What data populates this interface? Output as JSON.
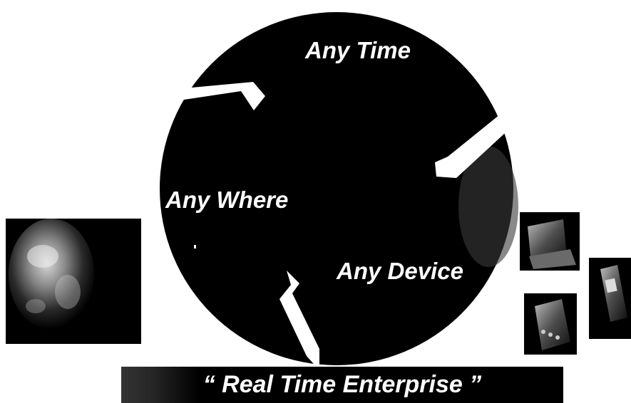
{
  "cycle": {
    "labels": {
      "any_time": "Any Time",
      "any_where": "Any Where",
      "any_device": "Any Device"
    },
    "fill_color": "#000000",
    "text_color": "#ffffff"
  },
  "banner": {
    "text": "“ Real Time Enterprise ”",
    "background": "#000000"
  },
  "images": {
    "left": "earth-globe-photo",
    "right": [
      "laptop-photo",
      "handheld-device-photo",
      "mobile-phone-photo"
    ]
  }
}
